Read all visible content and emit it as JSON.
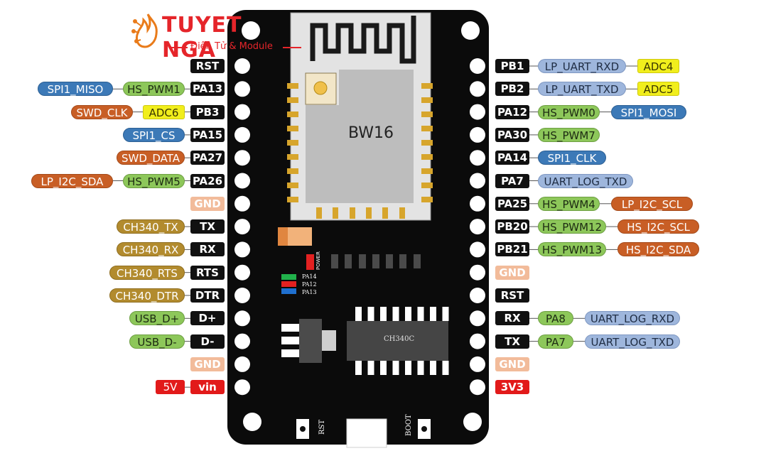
{
  "logo": {
    "brand": "TUYET NGA",
    "tagline": "Điện Tử & Module"
  },
  "module": {
    "name": "BW16"
  },
  "chip": {
    "name": "CH340C"
  },
  "board_text": {
    "power": "POWER",
    "led1": "PA14",
    "led2": "PA12",
    "led3": "PA13",
    "rst_button": "RST",
    "boot_button": "BOOT"
  },
  "left_pins": [
    {
      "pin": "RST",
      "pin_style": "black",
      "functions": []
    },
    {
      "pin": "PA13",
      "pin_style": "black",
      "functions": [
        {
          "text": "HS_PWM1",
          "color": "green"
        },
        {
          "text": "SPI1_MISO",
          "color": "blue"
        }
      ]
    },
    {
      "pin": "PB3",
      "pin_style": "black",
      "functions": [
        {
          "text": "ADC6",
          "color": "yellow"
        },
        {
          "text": "SWD_CLK",
          "color": "orange"
        }
      ]
    },
    {
      "pin": "PA15",
      "pin_style": "black",
      "functions": [
        {
          "text": "SPI1_CS",
          "color": "blue"
        }
      ]
    },
    {
      "pin": "PA27",
      "pin_style": "black",
      "functions": [
        {
          "text": "SWD_DATA",
          "color": "orange"
        }
      ]
    },
    {
      "pin": "PA26",
      "pin_style": "black",
      "functions": [
        {
          "text": "HS_PWM5",
          "color": "green"
        },
        {
          "text": "LP_I2C_SDA",
          "color": "orange"
        }
      ]
    },
    {
      "pin": "GND",
      "pin_style": "peach",
      "functions": []
    },
    {
      "pin": "TX",
      "pin_style": "black",
      "functions": [
        {
          "text": "CH340_TX",
          "color": "olive"
        }
      ]
    },
    {
      "pin": "RX",
      "pin_style": "black",
      "functions": [
        {
          "text": "CH340_RX",
          "color": "olive"
        }
      ]
    },
    {
      "pin": "RTS",
      "pin_style": "black",
      "functions": [
        {
          "text": "CH340_RTS",
          "color": "olive"
        }
      ]
    },
    {
      "pin": "DTR",
      "pin_style": "black",
      "functions": [
        {
          "text": "CH340_DTR",
          "color": "olive"
        }
      ]
    },
    {
      "pin": "D+",
      "pin_style": "black",
      "functions": [
        {
          "text": "USB_D+",
          "color": "green"
        }
      ]
    },
    {
      "pin": "D-",
      "pin_style": "black",
      "functions": [
        {
          "text": "USB_D-",
          "color": "green"
        }
      ]
    },
    {
      "pin": "GND",
      "pin_style": "peach",
      "functions": []
    },
    {
      "pin": "vin",
      "pin_style": "red",
      "functions": [
        {
          "text": "5V",
          "color": "red"
        }
      ]
    }
  ],
  "right_pins": [
    {
      "pin": "PB1",
      "pin_style": "white",
      "functions": [
        {
          "text": "LP_UART_RXD",
          "color": "lblue"
        },
        {
          "text": "ADC4",
          "color": "yellow"
        }
      ]
    },
    {
      "pin": "PB2",
      "pin_style": "white",
      "functions": [
        {
          "text": "LP_UART_TXD",
          "color": "lblue"
        },
        {
          "text": "ADC5",
          "color": "yellow"
        }
      ]
    },
    {
      "pin": "PA12",
      "pin_style": "white",
      "functions": [
        {
          "text": "HS_PWM0",
          "color": "green"
        },
        {
          "text": "SPI1_MOSI",
          "color": "blue"
        }
      ]
    },
    {
      "pin": "PA30",
      "pin_style": "white",
      "functions": [
        {
          "text": "HS_PWM7",
          "color": "green"
        }
      ]
    },
    {
      "pin": "PA14",
      "pin_style": "white",
      "functions": [
        {
          "text": "SPI1_CLK",
          "color": "blue"
        }
      ]
    },
    {
      "pin": "PA7",
      "pin_style": "white",
      "functions": [
        {
          "text": "UART_LOG_TXD",
          "color": "lblue"
        }
      ]
    },
    {
      "pin": "PA25",
      "pin_style": "white",
      "functions": [
        {
          "text": "HS_PWM4",
          "color": "green"
        },
        {
          "text": "LP_I2C_SCL",
          "color": "orange"
        }
      ]
    },
    {
      "pin": "PB20",
      "pin_style": "white",
      "functions": [
        {
          "text": "HS_PWM12",
          "color": "green"
        },
        {
          "text": "HS_I2C_SCL",
          "color": "orange"
        }
      ]
    },
    {
      "pin": "PB21",
      "pin_style": "white",
      "functions": [
        {
          "text": "HS_PWM13",
          "color": "green"
        },
        {
          "text": "HS_I2C_SDA",
          "color": "orange"
        }
      ]
    },
    {
      "pin": "GND",
      "pin_style": "peach",
      "functions": []
    },
    {
      "pin": "RST",
      "pin_style": "white",
      "functions": []
    },
    {
      "pin": "RX",
      "pin_style": "white",
      "functions": [
        {
          "text": "PA8",
          "color": "green"
        },
        {
          "text": "UART_LOG_RXD",
          "color": "lblue"
        }
      ]
    },
    {
      "pin": "TX",
      "pin_style": "white",
      "functions": [
        {
          "text": "PA7",
          "color": "green"
        },
        {
          "text": "UART_LOG_TXD",
          "color": "lblue"
        }
      ]
    },
    {
      "pin": "GND",
      "pin_style": "peach",
      "functions": []
    },
    {
      "pin": "3V3",
      "pin_style": "red",
      "functions": []
    }
  ]
}
